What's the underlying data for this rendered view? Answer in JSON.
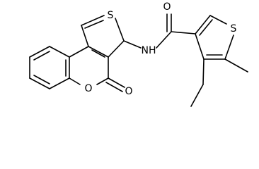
{
  "atoms": {
    "s_left": "S",
    "s_right": "S",
    "nh": "NH",
    "o_amide": "O",
    "o_ketone": "O",
    "o_ring": "O"
  }
}
